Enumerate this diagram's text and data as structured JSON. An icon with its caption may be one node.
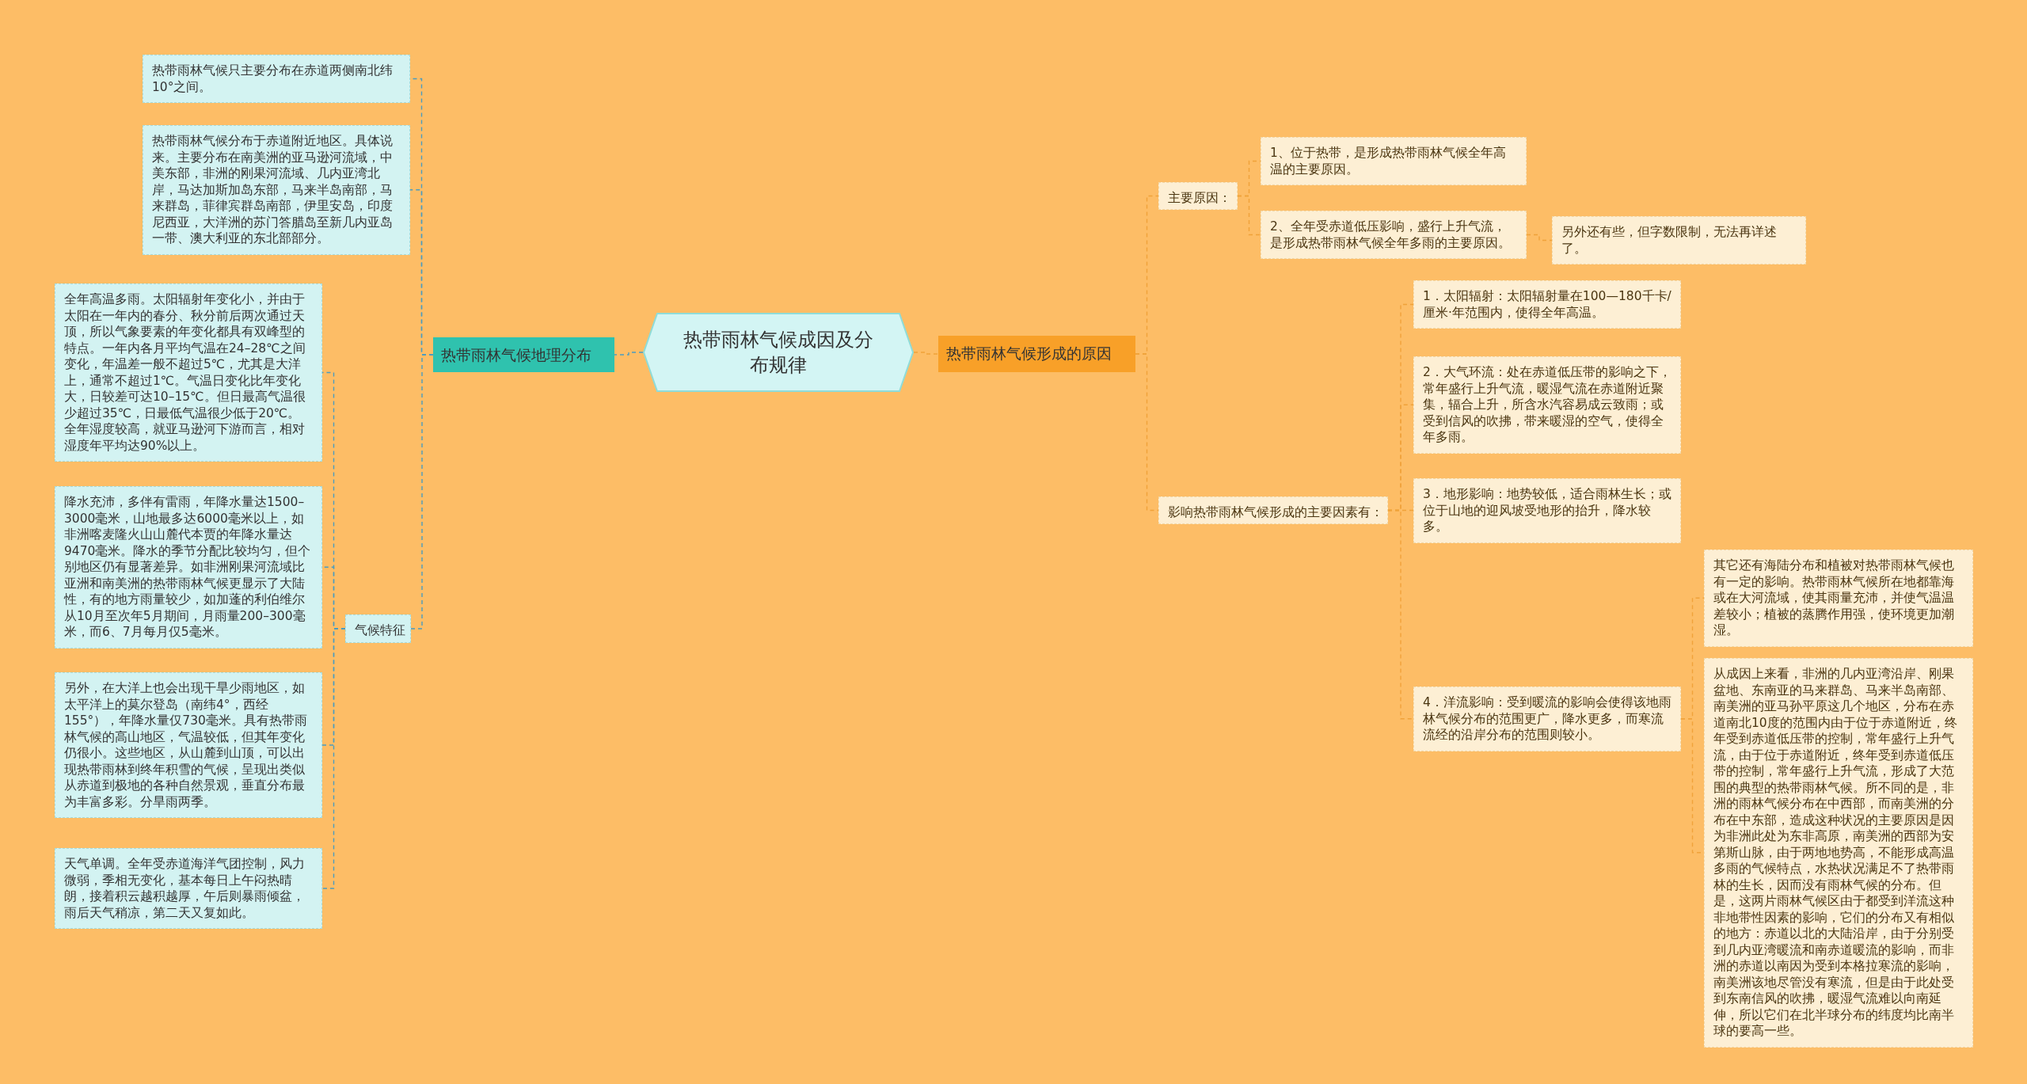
{
  "diagram": {
    "nodes": [
      {
        "text": [
          "热带雨林气候成因及分布规律"
        ]
      },
      {
        "text": [
          "热带雨林气候地理分布"
        ]
      },
      {
        "text": [
          "热带雨林气候形成的原因"
        ]
      },
      {
        "text": [
          "热带雨林气候只主要分布在赤道两侧南北纬10°之间。"
        ]
      },
      {
        "text": [
          "热带雨林气候分布于赤道附近地区。具体说来。主要分布在南美洲的亚马逊河流域，中美东部，非洲的刚果河流域、几内亚湾北岸，马达加斯加岛东部，马来半岛南部，马来群岛，菲律宾群岛南部，伊里安岛，印度尼西亚，大洋洲的苏门答腊岛至新几内亚岛一带、澳大利亚的东北部部分。"
        ]
      },
      {
        "text": [
          "气候特征"
        ]
      },
      {
        "text": [
          "全年高温多雨。太阳辐射年变化小，并由于太阳在一年内的春分、秋分前后两次通过天顶，所以气象要素的年变化都具有双峰型的特点。一年内各月平均气温在24–28℃之间变化，年温差一般不超过5℃，尤其是大洋上，通常不超过1℃。气温日变化比年变化大，日较差可达10–15℃。但日最高气温很少超过35℃，日最低气温很少低于20℃。全年湿度较高，就亚马逊河下游而言，相对湿度年平均达90%以上。"
        ]
      },
      {
        "text": [
          "降水充沛，多伴有雷雨，年降水量达1500–3000毫米，山地最多达6000毫米以上，如非洲喀麦隆火山山麓代本贾的年降水量达9470毫米。降水的季节分配比较均匀，但个别地区仍有显著差异。如非洲刚果河流域比亚洲和南美洲的热带雨林气候更显示了大陆性，有的地方雨量较少，如加蓬的利伯维尔从10月至次年5月期间，月雨量200–300毫米，而6、7月每月仅5毫米。"
        ]
      },
      {
        "text": [
          "另外，在大洋上也会出现干旱少雨地区，如太平洋上的莫尔登岛（南纬4°，西经155°），年降水量仅730毫米。具有热带雨林气候的高山地区，气温较低，但其年变化仍很小。这些地区，从山麓到山顶，可以出现热带雨林到终年积雪的气候，呈现出类似从赤道到极地的各种自然景观，垂直分布最为丰富多彩。分旱雨两季。"
        ]
      },
      {
        "text": [
          "天气单调。全年受赤道海洋气团控制，风力微弱，季相无变化，基本每日上午闷热晴朗，接着积云越积越厚，午后则暴雨倾盆，雨后天气稍凉，第二天又复如此。"
        ]
      },
      {
        "text": [
          "主要原因："
        ]
      },
      {
        "text": [
          "1、位于热带，是形成热带雨林气候全年高温的主要原因。"
        ]
      },
      {
        "text": [
          "2、全年受赤道低压影响，盛行上升气流，是形成热带雨林气候全年多雨的主要原因。"
        ]
      },
      {
        "text": [
          "另外还有些，但字数限制，无法再详述了。"
        ]
      },
      {
        "text": [
          "影响热带雨林气候形成的主要因素有："
        ]
      },
      {
        "text": [
          "1．太阳辐射：太阳辐射量在100—180千卡/厘米·年范围内，使得全年高温。"
        ]
      },
      {
        "text": [
          "2．大气环流：处在赤道低压带的影响之下，常年盛行上升气流，暖湿气流在赤道附近聚集，辐合上升，所含水汽容易成云致雨；或受到信风的吹拂，带来暖湿的空气，使得全年多雨。"
        ]
      },
      {
        "text": [
          "3．地形影响：地势较低，适合雨林生长；或位于山地的迎风坡受地形的抬升，降水较多。"
        ]
      },
      {
        "text": [
          "4．洋流影响：受到暖流的影响会使得该地雨林气候分布的范围更广，降水更多，而寒流流经的沿岸分布的范围则较小。"
        ]
      },
      {
        "text": [
          "其它还有海陆分布和植被对热带雨林气候也有一定的影响。热带雨林气候所在地都靠海或在大河流域，使其雨量充沛，并使气温温差较小；植被的蒸腾作用强，使环境更加潮湿。"
        ]
      },
      {
        "text": [
          "从成因上来看，非洲的几内亚湾沿岸、刚果盆地、东南亚的马来群岛、马来半岛南部、南美洲的亚马孙平原这几个地区，分布在赤道南北10度的范围内由于位于赤道附近，终年受到赤道低压带的控制，常年盛行上升气流，由于位于赤道附近，终年受到赤道低压带的控制，常年盛行上升气流，形成了大范围的典型的热带雨林气候。所不同的是，非洲的雨林气候分布在中西部，而南美洲的分布在中东部，造成这种状况的主要原因是因为非洲此处为东非高原，南美洲的西部为安第斯山脉，由于两地地势高，不能形成高温多雨的气候特点，水热状况满足不了热带雨林的生长，因而没有雨林气候的分布。但是，这两片雨林气候区由于都受到洋流这种非地带性因素的影响，它们的分布又有相似的地方：赤道以北的大陆沿岸，由于分别受到几内亚湾暖流和南赤道暖流的影响，而非洲的赤道以南因为受到本格拉寒流的影响，南美洲该地尽管没有寒流，但是由于此处受到东南信风的吹拂，暖湿气流难以向南延伸，所以它们在北半球分布的纬度均比南半球的要高一些。"
        ]
      }
    ],
    "edges": [
      {
        "from": 0,
        "to": 1,
        "arrow": "none",
        "color": "#4a9cc0"
      },
      {
        "from": 0,
        "to": 2,
        "arrow": "none"
      },
      {
        "from": 1,
        "to": 3,
        "arrow": "none",
        "color": "#4a9cc0"
      },
      {
        "from": 1,
        "to": 4,
        "arrow": "none",
        "color": "#4a9cc0"
      },
      {
        "from": 1,
        "to": 5,
        "arrow": "none",
        "color": "#4a9cc0"
      },
      {
        "from": 5,
        "to": 6,
        "arrow": "none",
        "color": "#4a9cc0"
      },
      {
        "from": 5,
        "to": 7,
        "arrow": "none",
        "color": "#4a9cc0"
      },
      {
        "from": 5,
        "to": 8,
        "arrow": "none",
        "color": "#4a9cc0"
      },
      {
        "from": 5,
        "to": 9,
        "arrow": "none",
        "color": "#4a9cc0"
      },
      {
        "from": 2,
        "to": 10,
        "arrow": "none"
      },
      {
        "from": 2,
        "to": 14,
        "arrow": "none"
      },
      {
        "from": 10,
        "to": 11,
        "arrow": "none"
      },
      {
        "from": 10,
        "to": 12,
        "arrow": "none"
      },
      {
        "from": 12,
        "to": 13,
        "arrow": "none"
      },
      {
        "from": 14,
        "to": 15,
        "arrow": "none"
      },
      {
        "from": 14,
        "to": 16,
        "arrow": "none"
      },
      {
        "from": 14,
        "to": 17,
        "arrow": "none"
      },
      {
        "from": 14,
        "to": 18,
        "arrow": "none"
      },
      {
        "from": 18,
        "to": 19,
        "arrow": "none"
      },
      {
        "from": 18,
        "to": 20,
        "arrow": "none"
      }
    ]
  }
}
